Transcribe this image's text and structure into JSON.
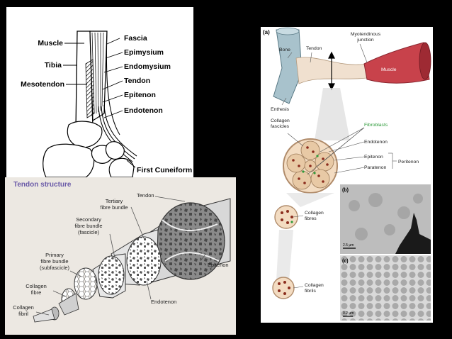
{
  "colors": {
    "background": "#000000",
    "title_purple": "#6a5aa8",
    "muscle_red": "#c8424b",
    "bone_blue": "#9fb7c3",
    "fibroblast_green": "#2e9a3a",
    "fibre_dot": "#8b2c1d"
  },
  "panel_leg": {
    "labels": {
      "muscle": "Muscle",
      "tibia": "Tibia",
      "mesotendon": "Mesotendon",
      "fascia": "Fascia",
      "epimysium": "Epimysium",
      "endomysium": "Endomysium",
      "tendon": "Tendon",
      "epitenon": "Epitenon",
      "endotenon": "Endotenon",
      "first_cuneiform": "First Cuneiform"
    }
  },
  "panel_structure": {
    "title": "Tendon structure",
    "labels": {
      "tendon": "Tendon",
      "tertiary_1": "Tertiary",
      "tertiary_2": "fibre bundle",
      "secondary_1": "Secondary",
      "secondary_2": "fibre bundle",
      "secondary_3": "(fascicle)",
      "primary_1": "Primary",
      "primary_2": "fibre bundle",
      "primary_3": "(subfascicle)",
      "collagen_fibre_1": "Collagen",
      "collagen_fibre_2": "fibre",
      "collagen_fibril_1": "Collagen",
      "collagen_fibril_2": "fibril",
      "epitenon": "Epitenon",
      "endotenon": "Endotenon"
    }
  },
  "panel_micro": {
    "labels": {
      "a": "(a)",
      "b": "(b)",
      "c": "(c)",
      "bone": "Bone",
      "tendon": "Tendon",
      "myotendinous_1": "Myotendinous",
      "myotendinous_2": "junction",
      "muscle": "Muscle",
      "enthesis": "Enthesis",
      "collagen_fascicles_1": "Collagen",
      "collagen_fascicles_2": "fascicles",
      "fibroblasts": "Fibroblasts",
      "endotenon": "Endotenon",
      "epitenon": "Epitenon",
      "paratenon": "Paratenon",
      "peritenon": "Peritenon",
      "collagen_fibres_1": "Collagen",
      "collagen_fibres_2": "fibres",
      "collagen_fibrils_1": "Collagen",
      "collagen_fibrils_2": "fibrils",
      "scale_b": "2.5 µm",
      "scale_c": "0.2 µm"
    }
  }
}
